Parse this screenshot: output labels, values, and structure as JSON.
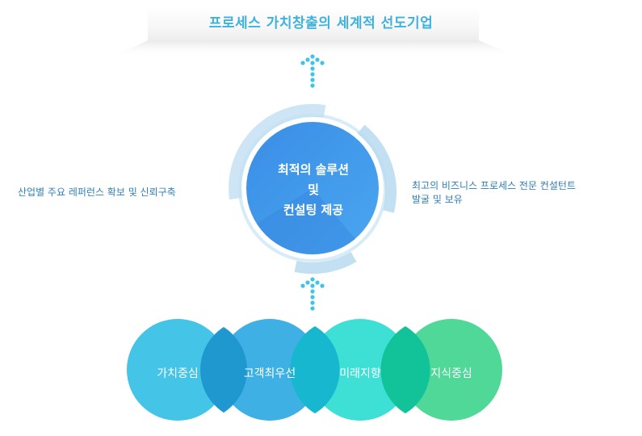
{
  "header": {
    "title": "프로세스 가치창출의 세계적 선도기업"
  },
  "center": {
    "line1": "최적의 솔루션",
    "line2": "및",
    "line3": "컨설팅 제공"
  },
  "left_note": {
    "text": "산업별 주요 레퍼런스 확보 및 신뢰구축"
  },
  "right_note": {
    "line1": "최고의 비즈니스 프로세스 전문 컨설턴트",
    "line2": "발굴 및 보유"
  },
  "values": [
    {
      "label": "가치중심",
      "color": "#44c4e6"
    },
    {
      "label": "고객최우선",
      "color": "#3fb0e3"
    },
    {
      "label": "미래지향",
      "color": "#3ee0d6"
    },
    {
      "label": "지식중심",
      "color": "#4fd897"
    }
  ],
  "colors": {
    "title": "#3eb2dc",
    "dots": "#3ec4e8",
    "center_circle": "#3f8fe8",
    "ring": "#b9dcf0"
  }
}
